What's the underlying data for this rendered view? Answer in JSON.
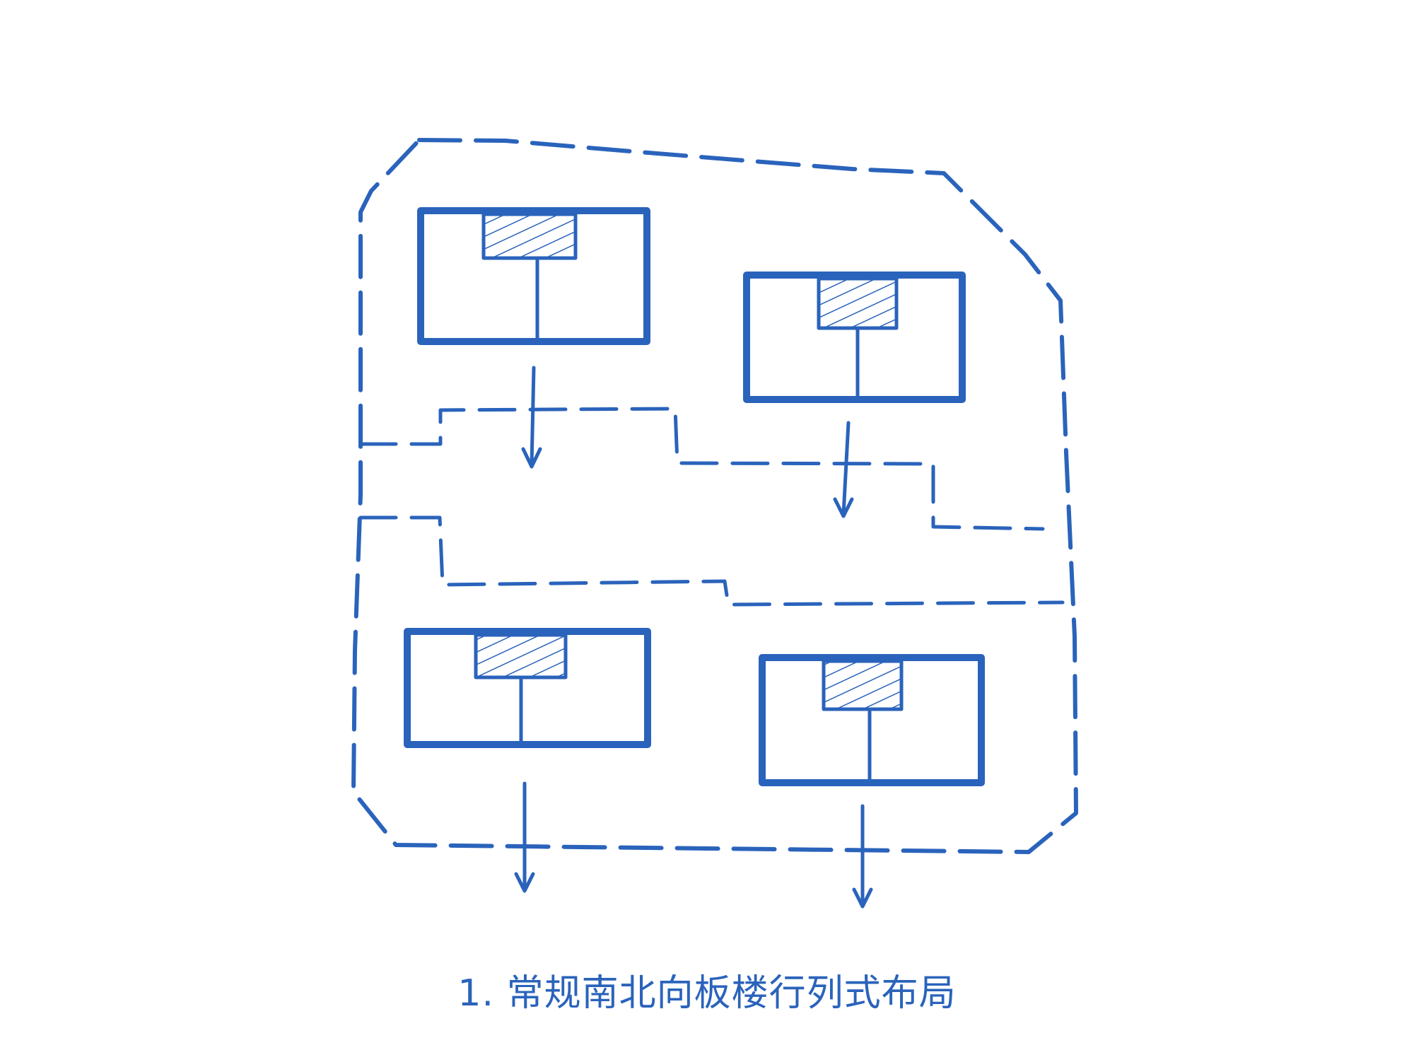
{
  "caption": {
    "text": "1. 常规南北向板楼行列式布局"
  },
  "colors": {
    "ink": "#2a63bb",
    "background": "#ffffff"
  },
  "diagram": {
    "buildings": [
      "building-top-left",
      "building-top-right",
      "building-bottom-left",
      "building-bottom-right"
    ],
    "arrows": [
      "arrow-1",
      "arrow-2",
      "arrow-3",
      "arrow-4"
    ]
  }
}
